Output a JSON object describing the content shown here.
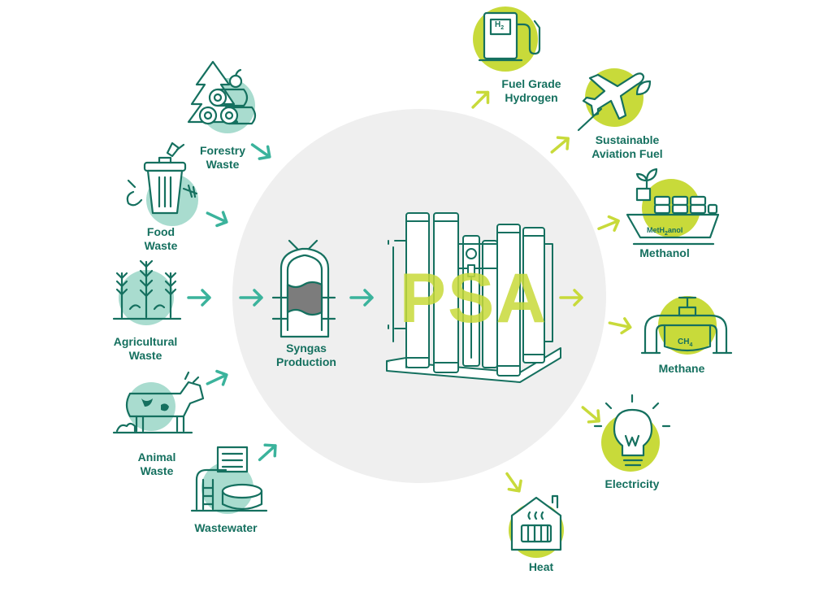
{
  "center": {
    "label": "PSA"
  },
  "process": {
    "line1": "Syngas",
    "line2": "Production"
  },
  "inputs": [
    {
      "id": "forestry",
      "line1": "Forestry",
      "line2": "Waste"
    },
    {
      "id": "food",
      "line1": "Food",
      "line2": "Waste"
    },
    {
      "id": "agricultural",
      "line1": "Agricultural",
      "line2": "Waste"
    },
    {
      "id": "animal",
      "line1": "Animal",
      "line2": "Waste"
    },
    {
      "id": "wastewater",
      "line1": "Wastewater",
      "line2": ""
    }
  ],
  "outputs": [
    {
      "id": "hydrogen",
      "line1": "Fuel Grade",
      "line2": "Hydrogen"
    },
    {
      "id": "saf",
      "line1": "Sustainable",
      "line2": "Aviation Fuel"
    },
    {
      "id": "methanol",
      "line1": "Methanol",
      "line2": ""
    },
    {
      "id": "methane",
      "line1": "Methane",
      "line2": ""
    },
    {
      "id": "electricity",
      "line1": "Electricity",
      "line2": ""
    },
    {
      "id": "heat",
      "line1": "Heat",
      "line2": ""
    }
  ],
  "chem": {
    "h2_main": "H",
    "h2_sub": "2",
    "methanol_a": "MetH",
    "methanol_sub": "2",
    "methanol_b": "anol",
    "ch4_main": "CH",
    "ch4_sub": "4"
  },
  "colors": {
    "teal": "#15705f",
    "mint": "#a9dccf",
    "lime": "#c8da3a",
    "circle_bg": "#efefef",
    "gray_fill": "#7c7c7c",
    "arrow_teal": "#3bb39c"
  }
}
